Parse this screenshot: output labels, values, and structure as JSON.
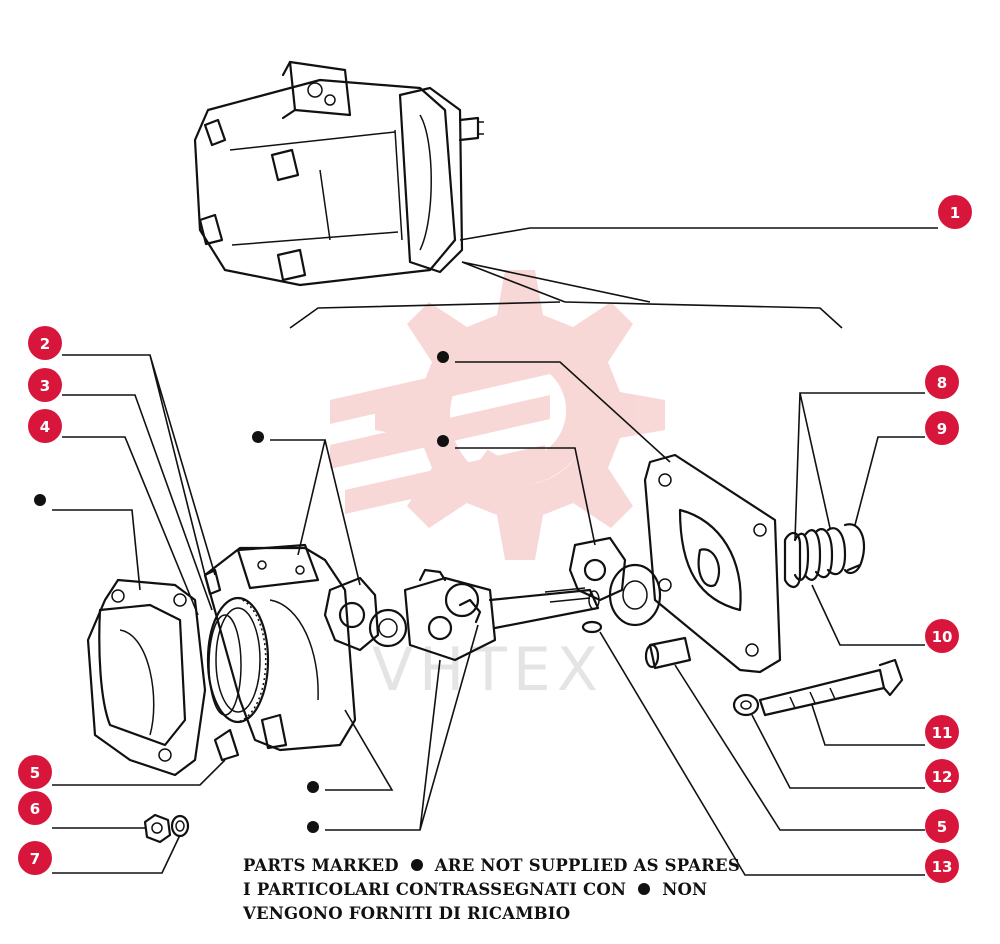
{
  "colors": {
    "callout_fill": "#d8163c",
    "watermark": "#f4b8b8",
    "line": "#111111"
  },
  "callouts": [
    {
      "id": "1",
      "label": "1"
    },
    {
      "id": "2",
      "label": "2"
    },
    {
      "id": "3",
      "label": "3"
    },
    {
      "id": "4",
      "label": "4"
    },
    {
      "id": "5a",
      "label": "5"
    },
    {
      "id": "6",
      "label": "6"
    },
    {
      "id": "7",
      "label": "7"
    },
    {
      "id": "8",
      "label": "8"
    },
    {
      "id": "9",
      "label": "9"
    },
    {
      "id": "10",
      "label": "10"
    },
    {
      "id": "11",
      "label": "11"
    },
    {
      "id": "12",
      "label": "12"
    },
    {
      "id": "5b",
      "label": "5"
    },
    {
      "id": "13",
      "label": "13"
    }
  ],
  "watermark_text": "VHTEX",
  "note": {
    "line1_before": "PARTS MARKED",
    "line1_after": "ARE NOT SUPPLIED AS SPARES",
    "line2_before": "I PARTICOLARI CONTRASSEGNATI CON",
    "line2_after": "NON",
    "line3": "VENGONO FORNITI DI RICAMBIO"
  }
}
